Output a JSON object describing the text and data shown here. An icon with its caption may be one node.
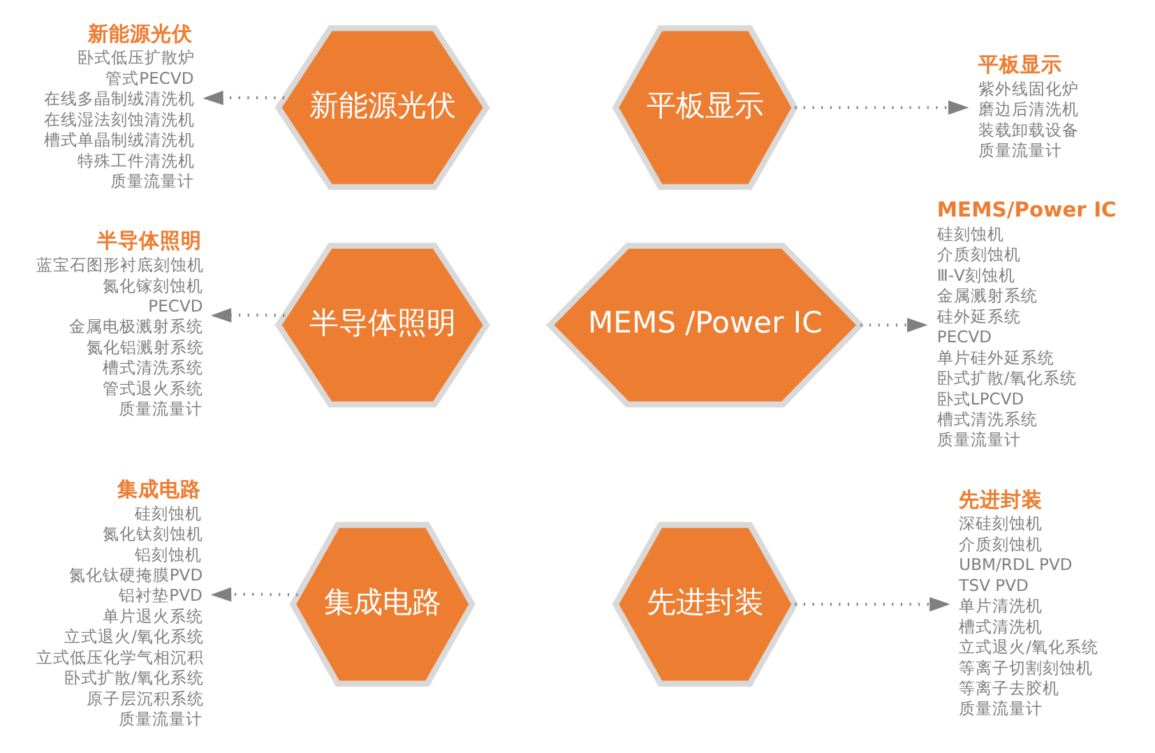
{
  "diagram": {
    "nodes": [
      {
        "text": [
          "集成电路"
        ]
      },
      {
        "text": [
          "集成电路",
          "硅刻蚀机",
          "氮化钛刻蚀机",
          "铝刻蚀机",
          "氮化钛硬掩膜PVD",
          "铝衬垫PVD",
          "单片退火系统",
          "立式退火/氧化系统",
          "立式低压化学气相沉积",
          "卧式扩散/氧化系统",
          "原子层沉积系统",
          "质量流量计"
        ]
      },
      {
        "text": [
          "先进封装"
        ]
      },
      {
        "text": [
          "先进封装",
          "深硅刻蚀机",
          "介质刻蚀机",
          "UBM/RDL PVD",
          "TSV PVD",
          "单片清洗机",
          "槽式清洗机",
          "立式退火/氧化系统",
          "等离子切割刻蚀机",
          "等离子去胶机",
          "质量流量计"
        ]
      },
      {
        "text": [
          "半导体照明"
        ]
      },
      {
        "text": [
          "半导体照明",
          "蓝宝石图形衬底刻蚀机",
          "氮化镓刻蚀机",
          "PECVD",
          "金属电极溅射系统",
          "氮化铝溅射系统",
          "槽式清洗系统",
          "管式退火系统",
          "质量流量计"
        ]
      },
      {
        "text": [
          "MEMS /Power IC"
        ]
      },
      {
        "text": [
          "MEMS/Power IC",
          "硅刻蚀机",
          "介质刻蚀机",
          "Ⅲ-Ⅴ刻蚀机",
          "金属溅射系统",
          "硅外延系统",
          "PECVD",
          "单片硅外延系统",
          "卧式扩散/氧化系统",
          "卧式LPCVD",
          "槽式清洗系统",
          "质量流量计"
        ]
      },
      {
        "text": [
          "新能源光伏"
        ]
      },
      {
        "text": [
          "新能源光伏",
          "卧式低压扩散炉",
          "管式PECVD",
          "在线多晶制绒清洗机",
          "在线湿法刻蚀清洗机",
          "槽式单晶制绒清洗机",
          "特殊工件清洗机",
          "质量流量计"
        ]
      },
      {
        "text": [
          "平板显示"
        ]
      },
      {
        "text": [
          "平板显示",
          "紫外线固化炉",
          "磨边后清洗机",
          "装载卸载设备",
          "质量流量计"
        ]
      }
    ],
    "edges": [
      {
        "from": 0,
        "to": 1,
        "arrow": "to",
        "style": "dashed"
      },
      {
        "from": 2,
        "to": 3,
        "arrow": "to",
        "style": "dashed"
      },
      {
        "from": 4,
        "to": 5,
        "arrow": "to",
        "style": "dashed"
      },
      {
        "from": 6,
        "to": 7,
        "arrow": "to",
        "style": "dashed"
      },
      {
        "from": 8,
        "to": 9,
        "arrow": "to",
        "style": "dashed"
      },
      {
        "from": 10,
        "to": 11,
        "arrow": "to",
        "style": "dashed"
      }
    ]
  }
}
